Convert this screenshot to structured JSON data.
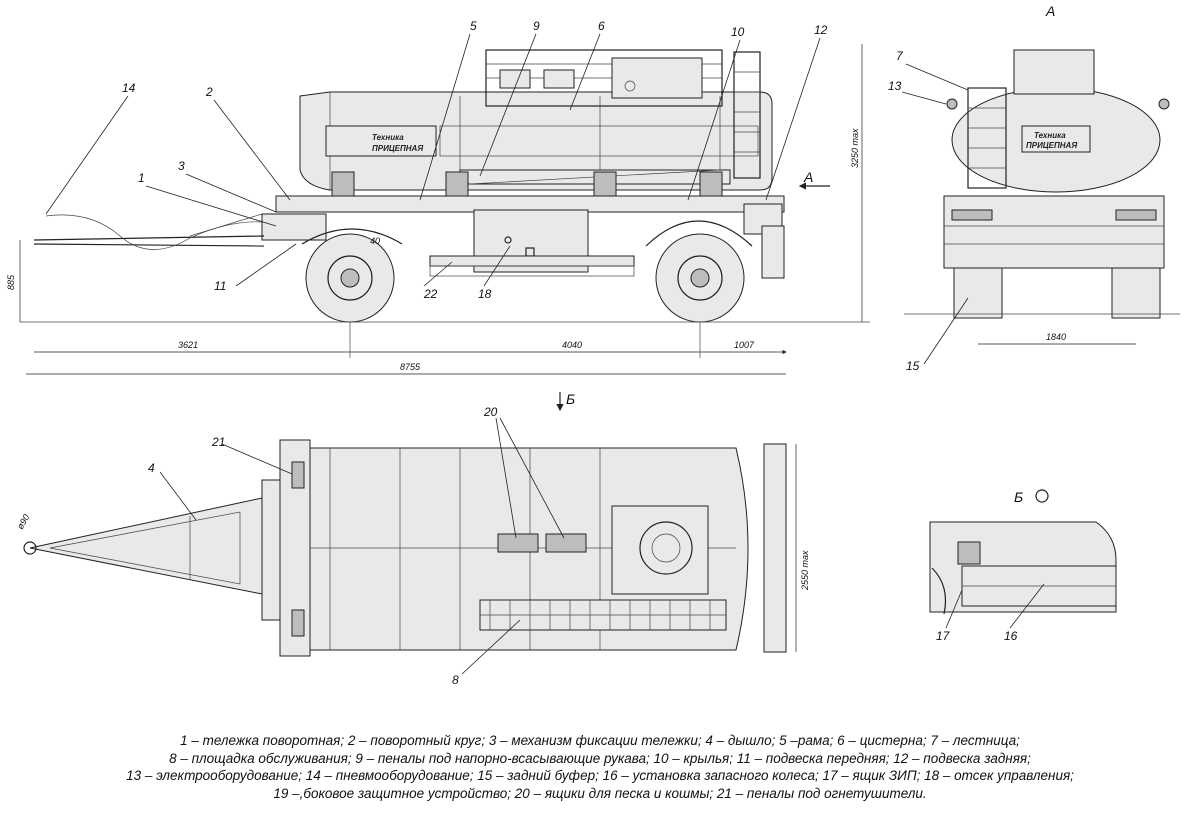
{
  "view_labels": {
    "view_a": "А",
    "view_b": "Б",
    "view_b_rot": "Б"
  },
  "callouts": {
    "c1": "1",
    "c2": "2",
    "c3": "3",
    "c4": "4",
    "c5": "5",
    "c6": "6",
    "c7": "7",
    "c8": "8",
    "c9": "9",
    "c10": "10",
    "c11": "11",
    "c12": "12",
    "c13": "13",
    "c14": "14",
    "c15": "15",
    "c16": "16",
    "c17": "17",
    "c18": "18",
    "c20": "20",
    "c21": "21",
    "c22": "22"
  },
  "dimensions": {
    "d_885": "885",
    "d_3621": "3621",
    "d_4040": "4040",
    "d_1007": "1007",
    "d_8755": "8755",
    "d_3250": "3250 max",
    "d_1840": "1840",
    "d_2550": "2550 max",
    "d_40": "40",
    "d_90": "ø90"
  },
  "tank_logo": {
    "brand": "Техника",
    "model": "ПРИЦЕПНАЯ"
  },
  "legend": {
    "line1": "1 – тележка поворотная; 2 – поворотный круг; 3 – механизм фиксации тележки; 4 – дышло; 5 –рама; 6 – цистерна; 7 – лестница;",
    "line2": "8 – площадка обслуживания; 9 – пеналы под напорно-всасывающие рукава; 10 – крылья; 11 – подвеска передняя; 12 – подвеска задняя;",
    "line3": "13 – электрооборудование; 14 – пневмооборудование; 15 – задний буфер; 16 – установка запасного колеса; 17 – ящик ЗИП; 18 – отсек управления;",
    "line4": "19 –,боковое защитное устройство; 20 – ящики для песка и кошмы; 21 – пеналы под огнетушители."
  }
}
